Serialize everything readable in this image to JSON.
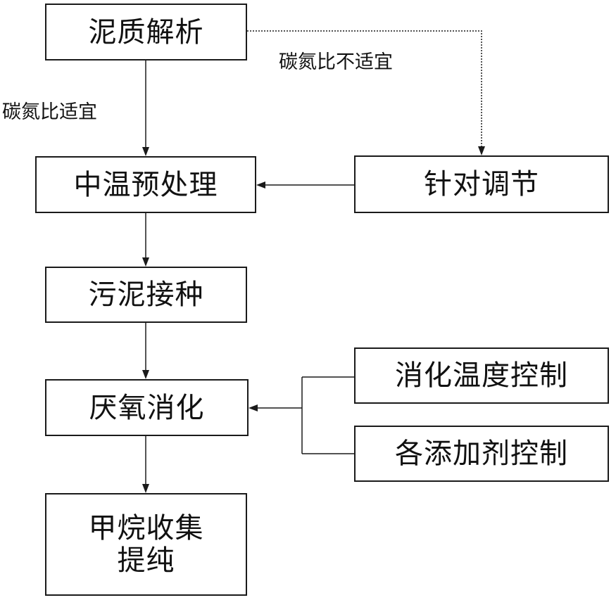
{
  "boxes": {
    "sludge_analysis": "泥质解析",
    "targeted_adjustment": "针对调节",
    "mesophilic_pretreatment": "中温预处理",
    "sludge_inoculation": "污泥接种",
    "anaerobic_digestion": "厌氧消化",
    "digestion_temperature_control": "消化温度控制",
    "additive_control": "各添加剂控制",
    "methane_collection_line1": "甲烷收集",
    "methane_collection_line2": "提纯"
  },
  "edge_labels": {
    "cn_ratio_suitable": "碳氮比适宜",
    "cn_ratio_unsuitable": "碳氮比不适宜"
  },
  "colors": {
    "line": "#1a1a1a",
    "box_border": "#1a1a1a",
    "background": "#ffffff"
  }
}
